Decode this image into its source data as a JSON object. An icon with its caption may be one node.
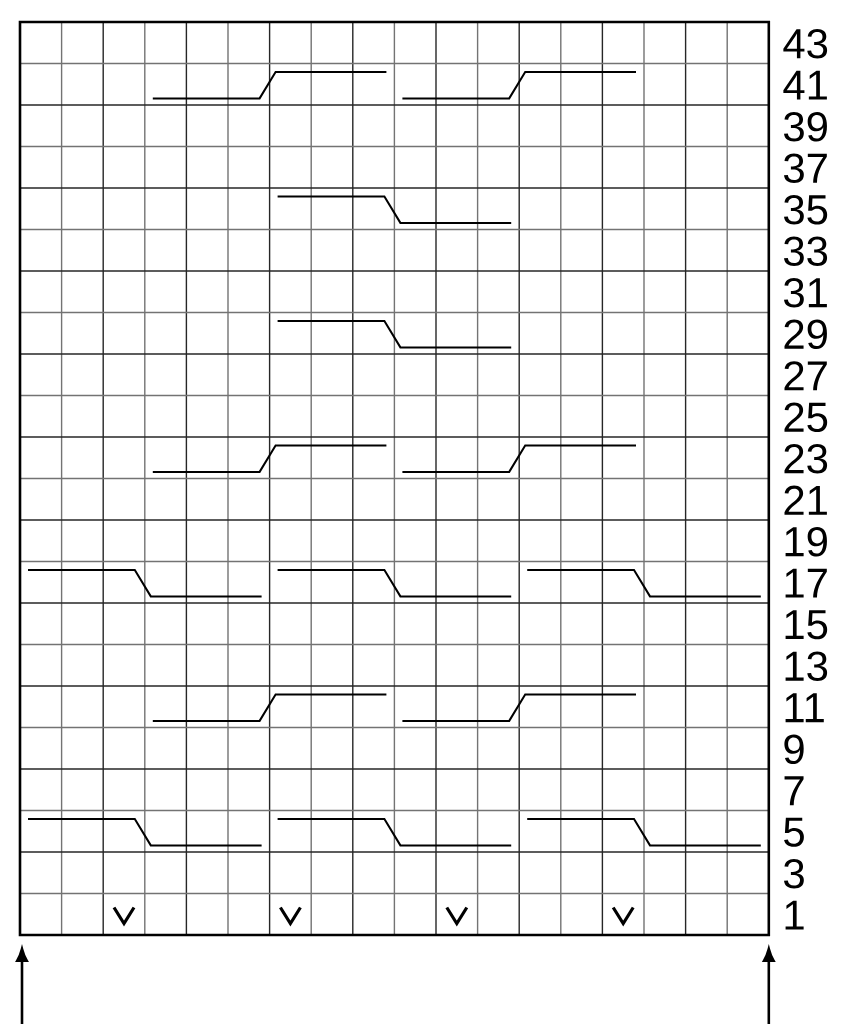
{
  "diagram": {
    "labels": [
      "43",
      "41",
      "39",
      "37",
      "35",
      "33",
      "31",
      "29",
      "27",
      "25",
      "23",
      "21",
      "19",
      "17",
      "15",
      "13",
      "11",
      "9",
      "7",
      "5",
      "3",
      "1"
    ]
  }
}
